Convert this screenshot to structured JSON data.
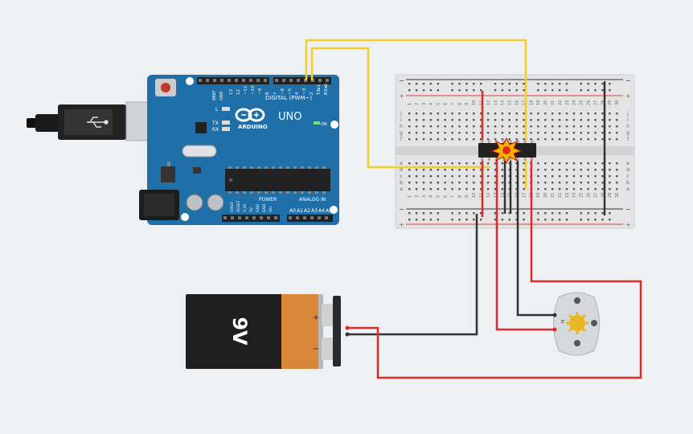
{
  "arduino": {
    "brand": "ARDUINO",
    "model": "UNO",
    "digital_label": "DIGITAL (PWM~)",
    "power_label": "POWER",
    "analog_label": "ANALOG IN",
    "aref": "AREF",
    "gnd": "GND",
    "digital_pins": [
      "13",
      "12",
      "~11",
      "~10",
      "~9",
      "8",
      "7",
      "~6",
      "~5",
      "4",
      "~3",
      "2",
      "TX▸1",
      "RX◂0"
    ],
    "power_pins": [
      "IOREF",
      "RESET",
      "3.3V",
      "5V",
      "GND",
      "GND",
      "Vin"
    ],
    "analog_pins": [
      "A0",
      "A1",
      "A2",
      "A3",
      "A4",
      "A5"
    ],
    "led_l": "L",
    "led_tx": "TX",
    "led_rx": "RX",
    "led_on": "ON"
  },
  "breadboard": {
    "columns": [
      "1",
      "2",
      "3",
      "4",
      "5",
      "6",
      "7",
      "8",
      "9",
      "10",
      "11",
      "12",
      "13",
      "14",
      "15",
      "16",
      "17",
      "18",
      "19",
      "20",
      "21",
      "22",
      "23",
      "24",
      "25",
      "26",
      "27",
      "28",
      "29",
      "30"
    ],
    "rows_top": [
      "j",
      "i",
      "h",
      "g",
      "f"
    ],
    "rows_bottom": [
      "e",
      "d",
      "c",
      "b",
      "a"
    ],
    "rail_minus": "−",
    "rail_plus": "+"
  },
  "battery": {
    "label": "9V",
    "plus": "+",
    "minus": "−"
  },
  "motor": {
    "label": "M"
  },
  "colors": {
    "wire_yellow": "#f2cd27",
    "wire_red": "#e02a2a",
    "wire_black": "#333333",
    "arduino_blue": "#1f6fa8",
    "battery_copper": "#d9873a"
  }
}
